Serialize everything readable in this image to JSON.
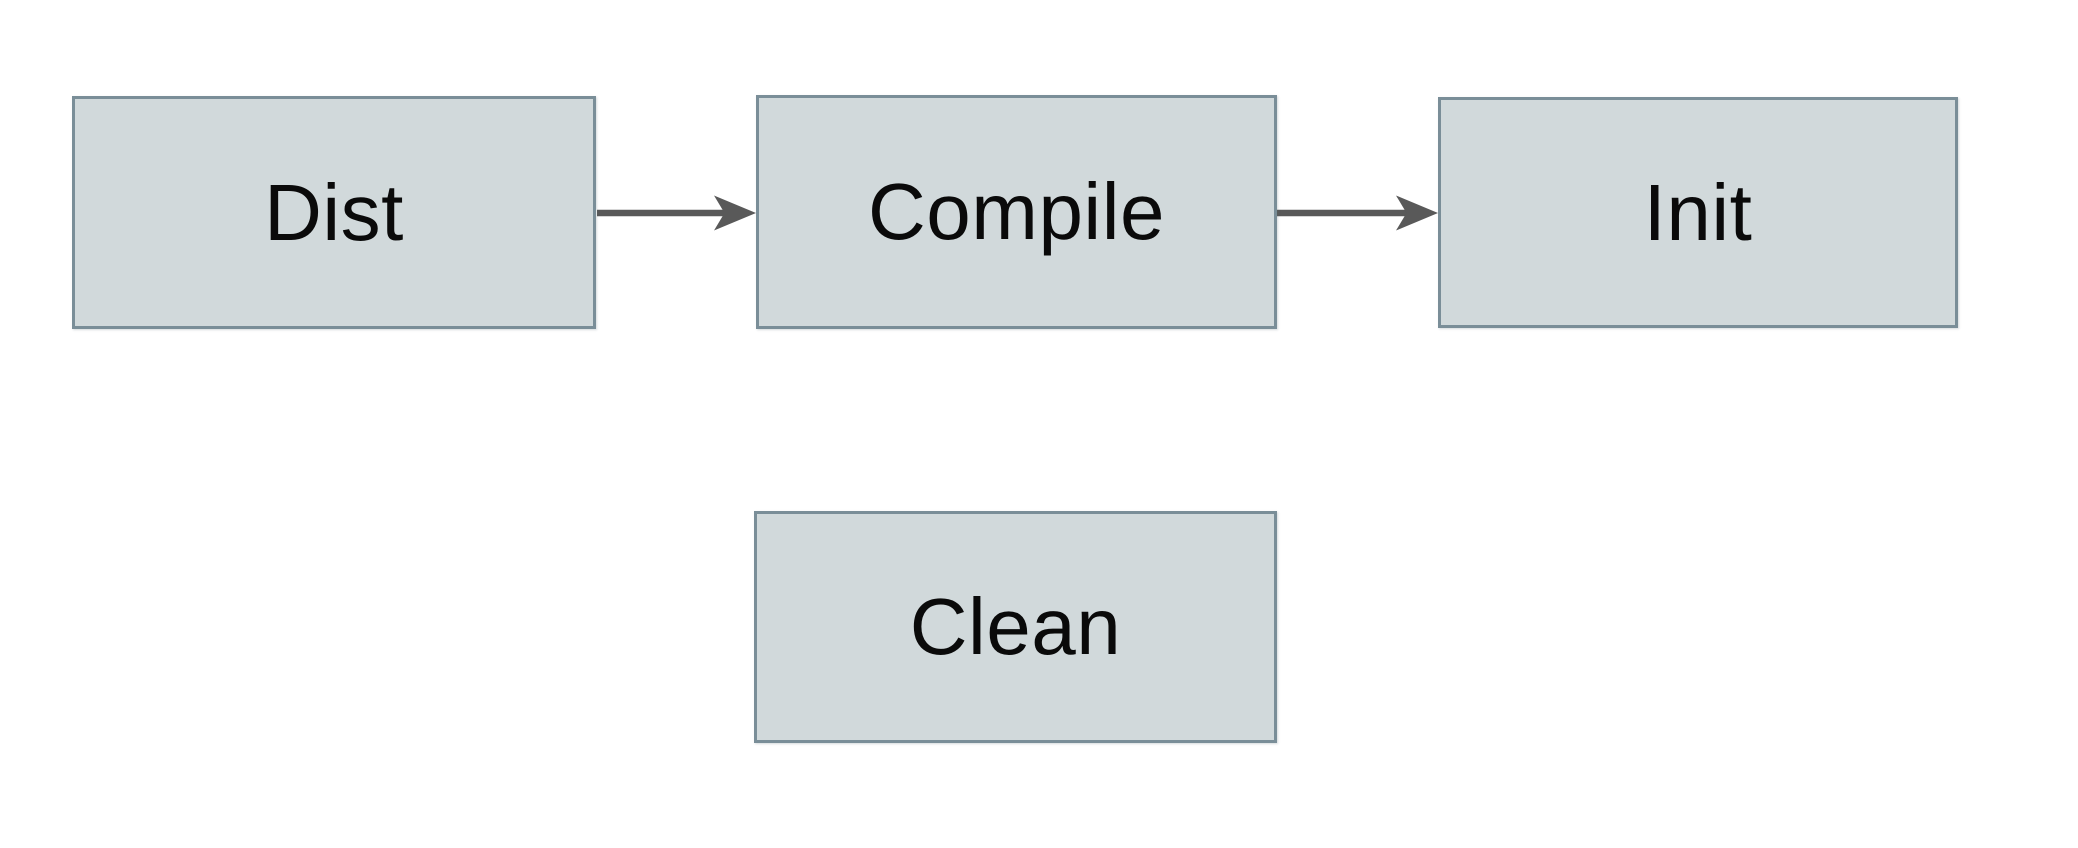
{
  "diagram": {
    "type": "flowchart",
    "background": "#ffffff",
    "nodes": [
      {
        "id": "dist",
        "label": "Dist"
      },
      {
        "id": "compile",
        "label": "Compile"
      },
      {
        "id": "init",
        "label": "Init"
      },
      {
        "id": "clean",
        "label": "Clean"
      }
    ],
    "edges": [
      {
        "from": "dist",
        "to": "compile",
        "direction": "right"
      },
      {
        "from": "compile",
        "to": "init",
        "direction": "right"
      }
    ]
  },
  "style": {
    "node_fill": "#d1d9db",
    "node_border": "#7a8e98",
    "arrow_color": "#595959",
    "text_color": "#0a0a0a",
    "canvas_bg": "#ffffff"
  }
}
